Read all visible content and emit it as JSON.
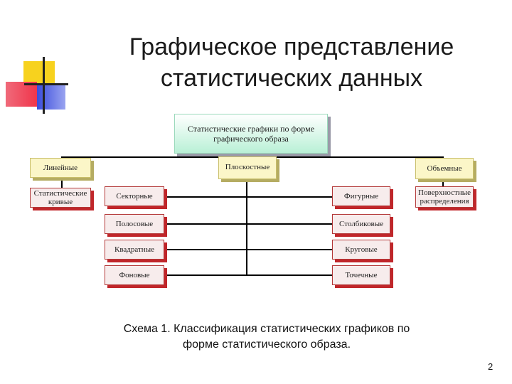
{
  "title": {
    "line1": "Графическое представление",
    "line2": "статистических данных"
  },
  "diagram": {
    "root": {
      "line1": "Статистические графики по форме",
      "line2": "графического образа"
    },
    "linear": "Линейные",
    "planar": "Плоскостные",
    "volume": "Объемные",
    "stat_curves": {
      "line1": "Статистические",
      "line2": "кривые"
    },
    "surfaces": {
      "line1": "Поверхностные",
      "line2": "распределения"
    },
    "sector": "Секторные",
    "figure": "Фигурные",
    "strip": "Полосовые",
    "column": "Столбиковые",
    "square": "Квадратные",
    "circle": "Круговые",
    "background": "Фоновые",
    "point": "Точечные"
  },
  "caption": {
    "line1": "Схема 1. Классификация статистических графиков по",
    "line2": "форме статистического образа."
  },
  "page_number": "2",
  "colors": {
    "logo_yellow": "#f7d21e",
    "logo_red": "#f0354b",
    "logo_blue": "#3a4cdc",
    "box_border_pink": "#b43a3a",
    "box_fill_yellow": "#fbf6c8"
  }
}
